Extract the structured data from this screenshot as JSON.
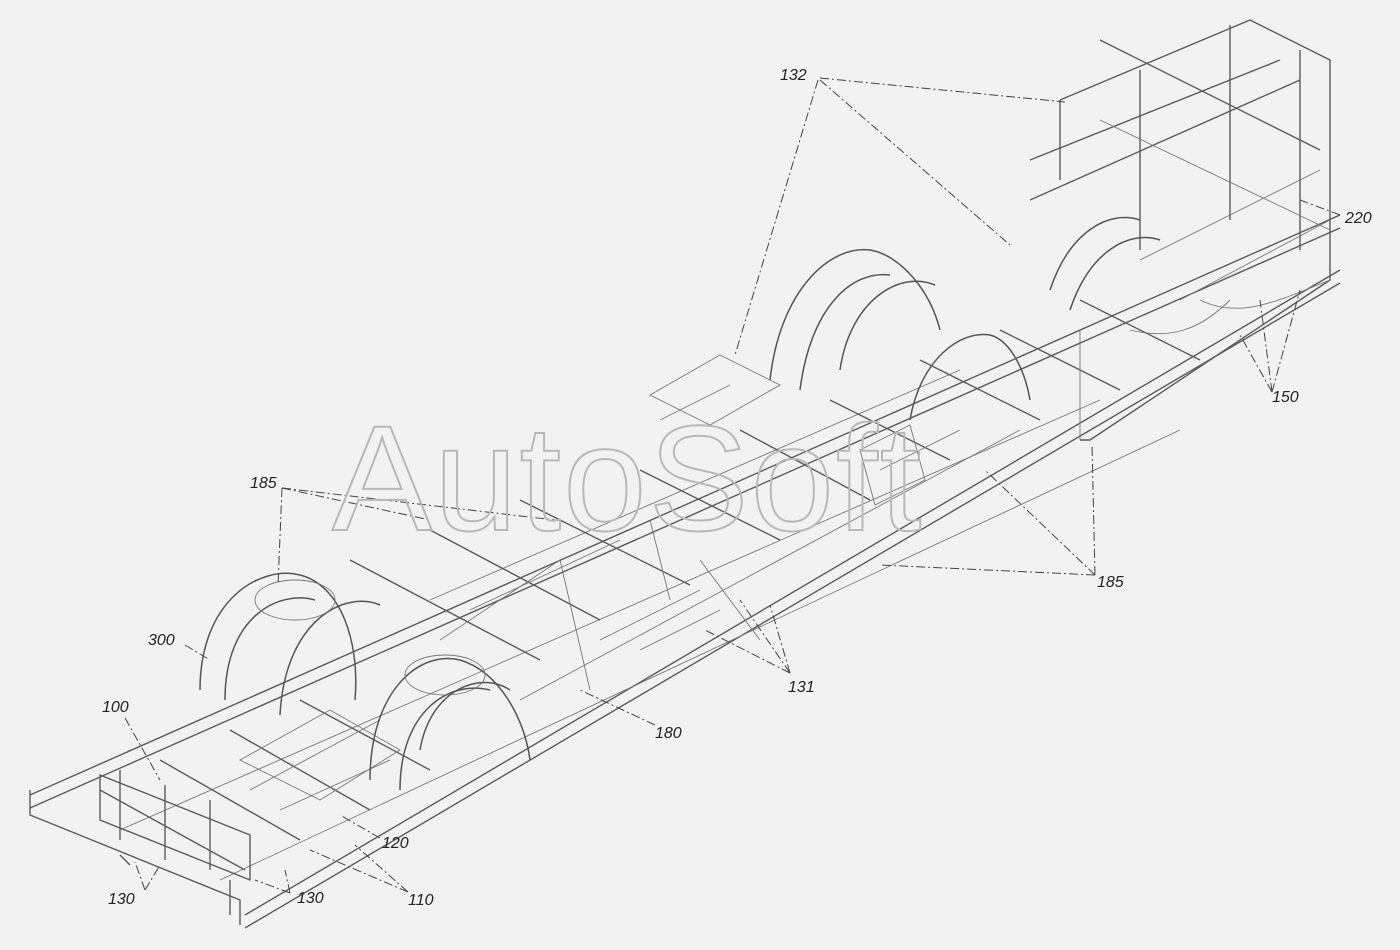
{
  "watermark": "AutoSoft",
  "callouts": [
    {
      "id": "132",
      "text": "132"
    },
    {
      "id": "220",
      "text": "220"
    },
    {
      "id": "150",
      "text": "150"
    },
    {
      "id": "185-left",
      "text": "185"
    },
    {
      "id": "185-right",
      "text": "185"
    },
    {
      "id": "300",
      "text": "300"
    },
    {
      "id": "100",
      "text": "100"
    },
    {
      "id": "131",
      "text": "131"
    },
    {
      "id": "180",
      "text": "180"
    },
    {
      "id": "120",
      "text": "120"
    },
    {
      "id": "130-left",
      "text": "130"
    },
    {
      "id": "130-right",
      "text": "130"
    },
    {
      "id": "110",
      "text": "110"
    }
  ]
}
